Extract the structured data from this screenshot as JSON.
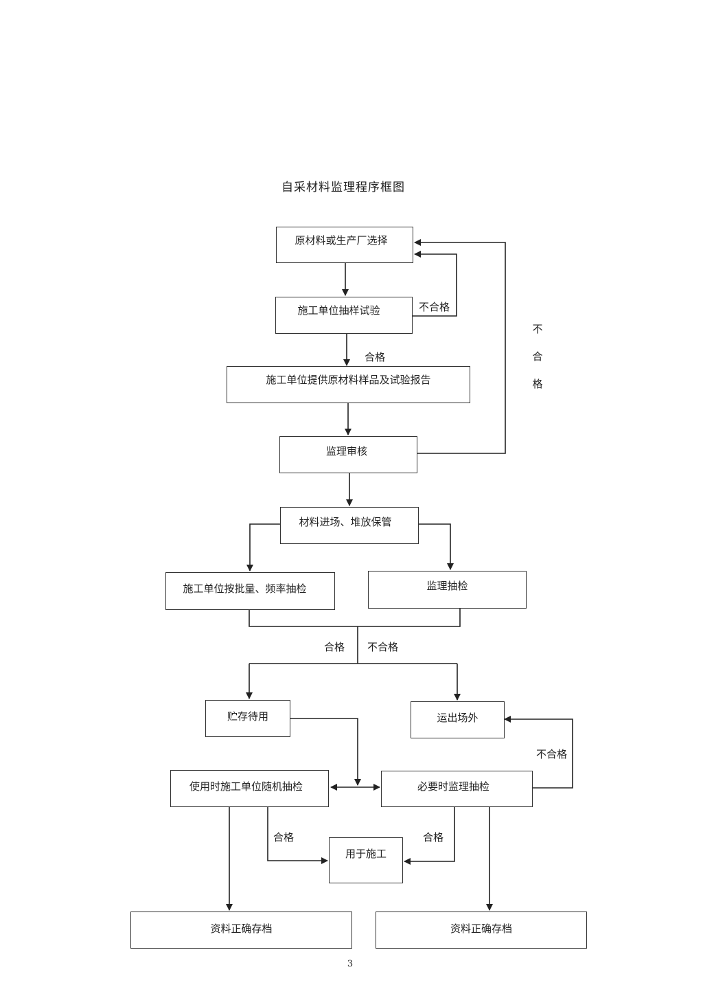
{
  "title": "自采材料监理程序框图",
  "boxes": {
    "select": "原材料或生产厂选择",
    "sample_test": "施工单位抽样试验",
    "provide_report": "施工单位提供原材料样品及试验报告",
    "review": "监理审核",
    "entry": "材料进场、堆放保管",
    "batch_check": "施工单位按批量、频率抽检",
    "sup_check": "监理抽检",
    "storage": "贮存待用",
    "remove": "运出场外",
    "random_check": "使用时施工单位随机抽检",
    "sup_check2": "必要时监理抽检",
    "use": "用于施工",
    "archive_left": "资料正确存档",
    "archive_right": "资料正确存档"
  },
  "labels": {
    "fail1": "不合格",
    "pass1": "合格",
    "fail_vertical": [
      "不",
      "合",
      "格"
    ],
    "pass2": "合格",
    "fail2": "不合格",
    "fail3": "不合格",
    "pass3": "合格",
    "pass4": "合格"
  },
  "page_number": "3"
}
